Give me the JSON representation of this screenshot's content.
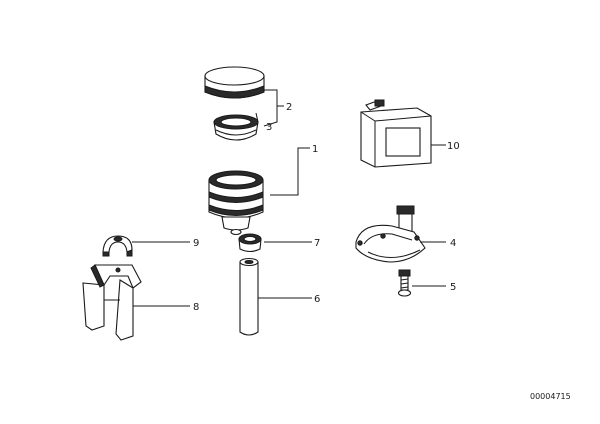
{
  "callouts": [
    {
      "id": "reservoir-kit",
      "label": "1"
    },
    {
      "id": "cap",
      "label": "2"
    },
    {
      "id": "seal-ring",
      "label": "3"
    },
    {
      "id": "bracket",
      "label": "4"
    },
    {
      "id": "screw",
      "label": "5"
    },
    {
      "id": "hose",
      "label": "6"
    },
    {
      "id": "grommet",
      "label": "7"
    },
    {
      "id": "holder",
      "label": "8"
    },
    {
      "id": "clip",
      "label": "9"
    },
    {
      "id": "fluid-can",
      "label": "10"
    }
  ],
  "reference_number": "00004715"
}
